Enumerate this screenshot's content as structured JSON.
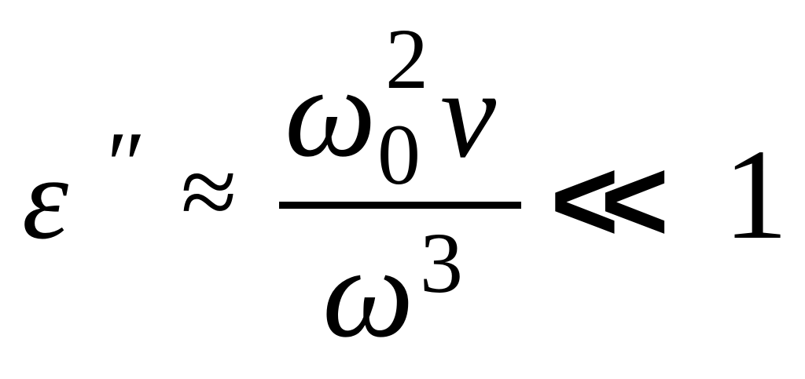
{
  "formula": {
    "lhs_symbol": "ε",
    "lhs_prime": "″",
    "relation": "≈",
    "numerator": {
      "base": "ω",
      "superscript": "2",
      "subscript": "0",
      "factor": "ν"
    },
    "denominator": {
      "base": "ω",
      "superscript": "3"
    },
    "comparison": "<<",
    "rhs_value": "1"
  }
}
